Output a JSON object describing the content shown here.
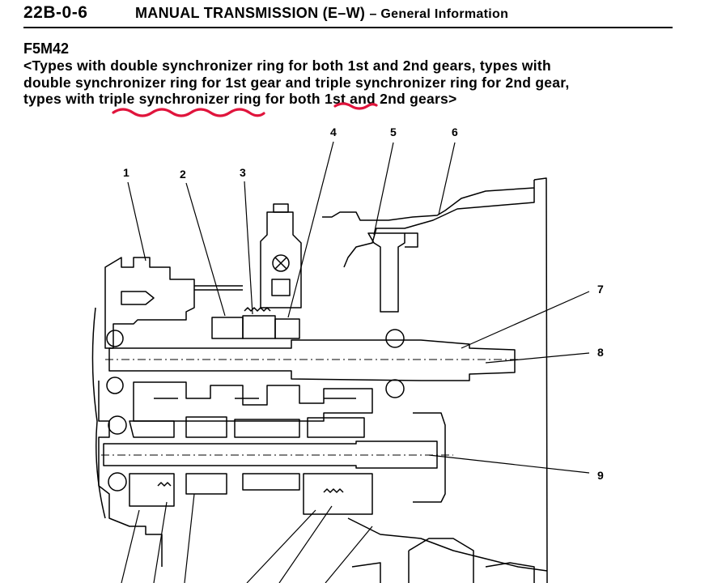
{
  "header": {
    "page_code": "22B-0-6",
    "section_title": "MANUAL TRANSMISSION (E–W)",
    "section_sub": "– General Information"
  },
  "model": "F5M42",
  "description": "<Types with double synchronizer ring for both 1st and 2nd gears, types with\ndouble synchronizer ring for 1st gear and triple synchronizer ring for 2nd gear,\ntypes with triple synchronizer ring for both 1st and 2nd gears>",
  "annotation_color": "#e0143c",
  "callouts": [
    "1",
    "2",
    "3",
    "4",
    "5",
    "6",
    "7",
    "8",
    "9"
  ]
}
